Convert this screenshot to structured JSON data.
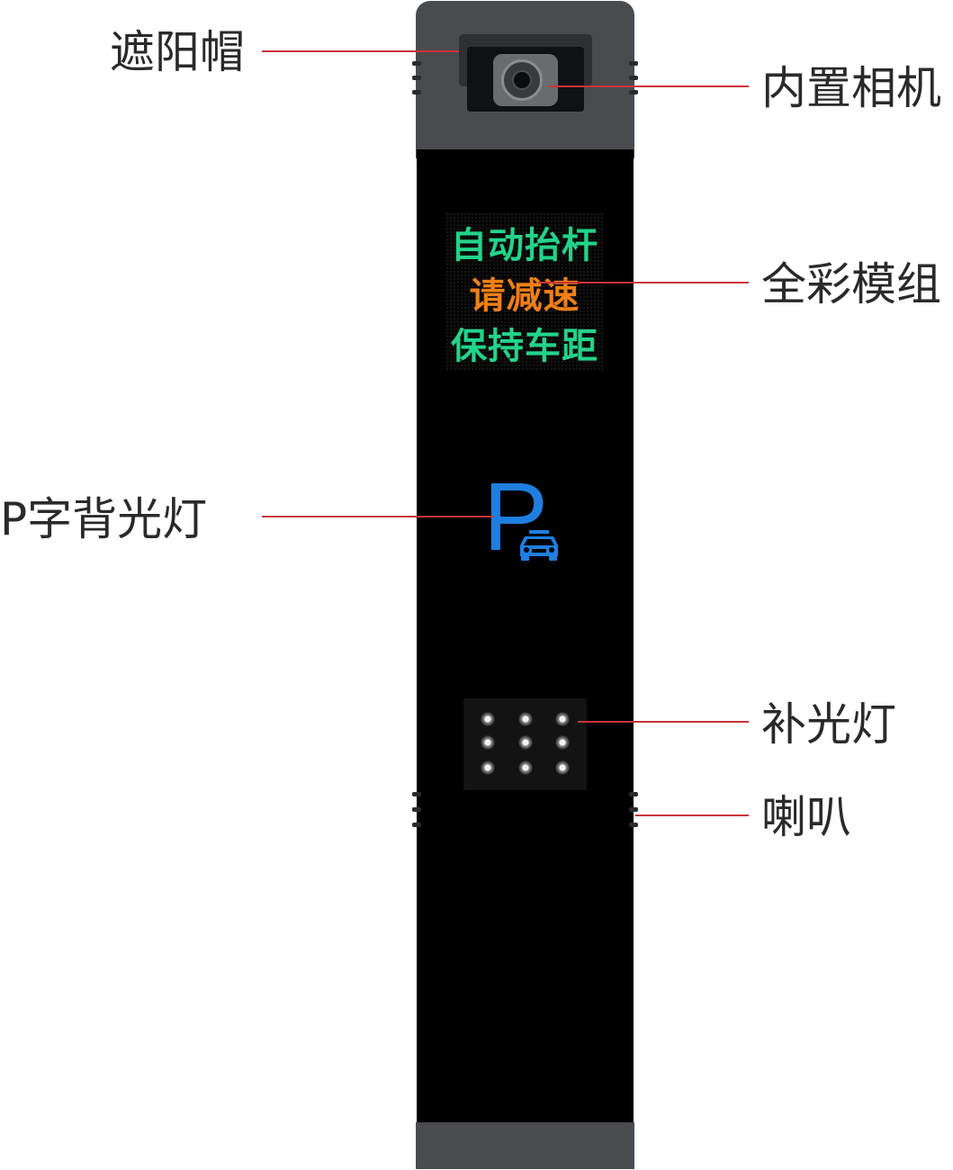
{
  "callouts": {
    "sun_visor": "遮阳帽",
    "built_in_camera": "内置相机",
    "full_color_module": "全彩模组",
    "p_backlight": "P字背光灯",
    "fill_light": "补光灯",
    "speaker": "喇叭"
  },
  "display": {
    "line1": "自动抬杆",
    "line2": "请减速",
    "line3": "保持车距"
  },
  "sign": {
    "letter": "P"
  },
  "icons": [
    "car-icon"
  ],
  "colors": {
    "leader": "#c8343c",
    "casing": "#4a4b4e",
    "panel": "#000000",
    "p_sign": "#1e7fe0",
    "display_green": "#23d38a",
    "display_orange": "#f07f16"
  }
}
